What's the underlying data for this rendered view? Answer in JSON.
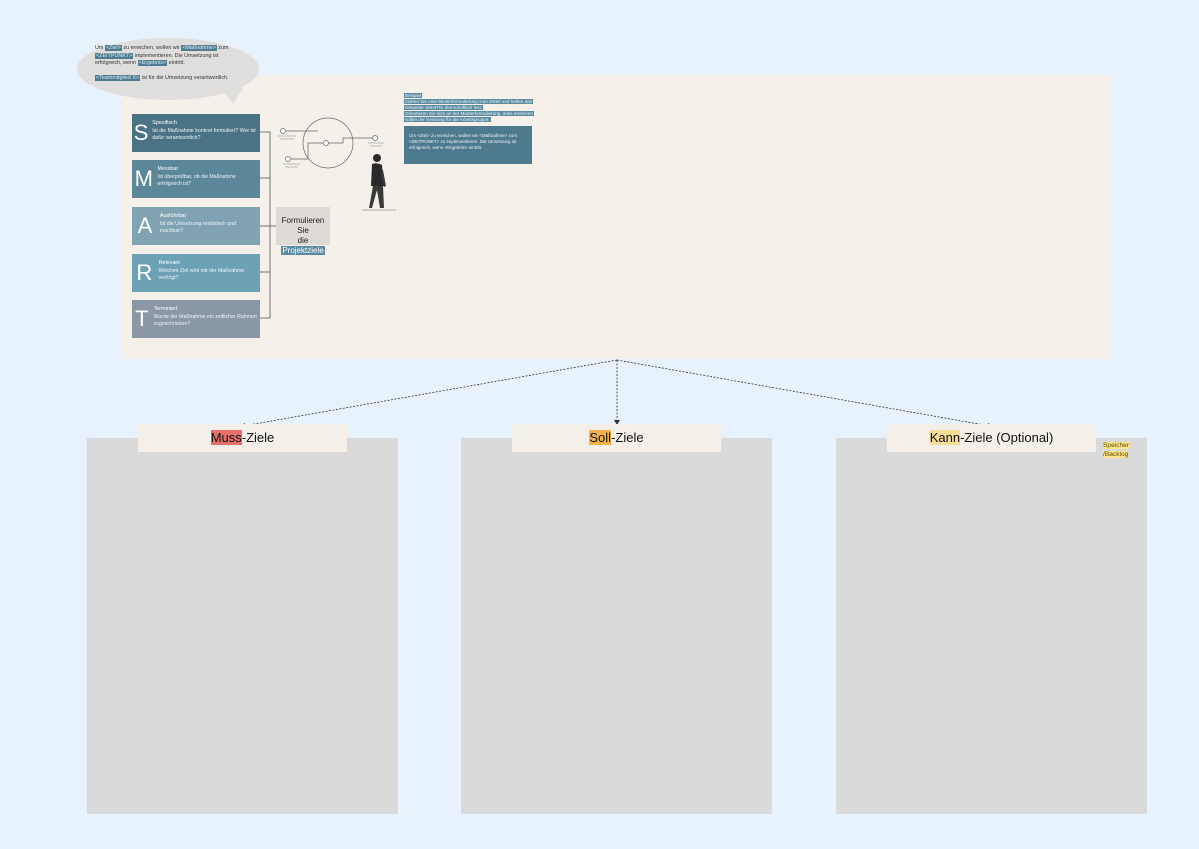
{
  "bubble": {
    "line1_a": "Um ",
    "line1_goal": "<Ziel>",
    "line1_b": " zu erreichen, wollen wir ",
    "line1_measure": "<Maßnahme>",
    "line1_c": " zum",
    "line2_time": "<ZEITPUNKT>",
    "line2_b": " implementieren. Die Umsetzung ist",
    "line3_a": "erfolgreich, wenn ",
    "line3_result": "<Ergebnis>",
    "line3_b": " eintritt.",
    "line4_member": "<Teammitglied X>",
    "line4_b": " ist für die Umsetzung verantwortlich."
  },
  "smart": [
    {
      "letter": "S",
      "title": "Spezifisch",
      "text": "Ist die Maßnahme konkret formuliert? Wer ist dafür verantwortlich?",
      "color": "#4a7486"
    },
    {
      "letter": "M",
      "title": "Messbar",
      "text": "Ist überprüfbar, ob die Maßnahme erfolgreich ist?",
      "color": "#5b8799"
    },
    {
      "letter": "A",
      "title": "Ausführbar",
      "text": "Ist die Umsetzung realistisch und machbar?",
      "color": "#7fa3b3"
    },
    {
      "letter": "R",
      "title": "Relevant",
      "text": "Welches Ziel wird mit der Maßnahme verfolgt?",
      "color": "#6da1b5"
    },
    {
      "letter": "T",
      "title": "Terminiert",
      "text": "Wurde der Maßnahme ein zeitlicher Rahmen zugeschrieben?",
      "color": "#8a97a6"
    }
  ],
  "formulate": {
    "line1": "Formulieren Sie",
    "line2_a": "die ",
    "line2_hl": "Projektziele"
  },
  "example": {
    "top_lines": [
      "Beispiel",
      "Ziehen Sie eine Musterformulierung vom Zettel und heften das",
      "entweder SMARTe Ziel schriftlich fest.",
      "Orientieren Sie sich an der Musterformulierung, dass erreichen",
      "sollen der Kennung für die Arbeitsgruppe."
    ],
    "box_text": "Um <Ziel> zu erreichen, wollen wir <Maßnahme> zum <ZEITPUNKT> zu implementieren. Die Umsetzung ist erfolgreich, wenn <Ergebnis> eintritt."
  },
  "columns": [
    {
      "mark": "Muss",
      "rest": "-Ziele",
      "mark_color": "#e8706a"
    },
    {
      "mark": "Soll",
      "rest": "-Ziele",
      "mark_color": "#f3b24a"
    },
    {
      "mark": "Kann",
      "rest": "-Ziele (Optional)",
      "mark_color": "#f8dd96"
    }
  ],
  "note": {
    "line1": "Speicher",
    "line2": "/Backlog"
  }
}
